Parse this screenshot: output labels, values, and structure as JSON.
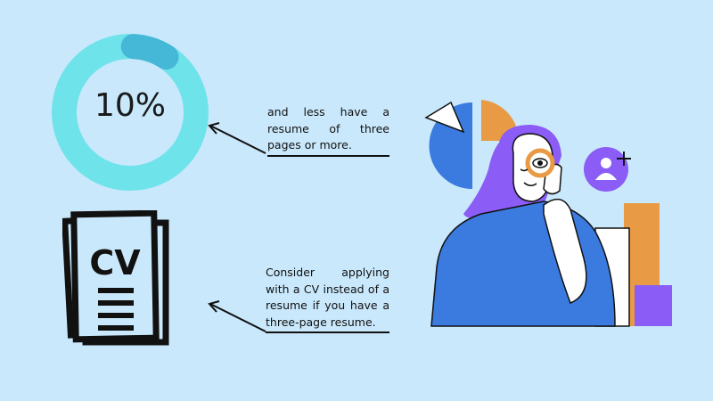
{
  "stat": {
    "value_label": "10%",
    "fraction": 0.1,
    "ring_color": "#6fe3ea",
    "accent_color": "#44b8d6"
  },
  "notes": [
    {
      "text": "and less have a resume of three pages or more."
    },
    {
      "text": "Consider applying with a CV instead of a resume if you have a three-page resume."
    }
  ],
  "cv_icon": {
    "label": "CV",
    "icon": "document-cv-icon"
  },
  "illustration": {
    "icon": "woman-with-magnifier-illustration"
  },
  "colors": {
    "background": "#c9e8fb",
    "blue": "#3b7be0",
    "orange": "#e89a45",
    "purple": "#8b5cf6"
  }
}
